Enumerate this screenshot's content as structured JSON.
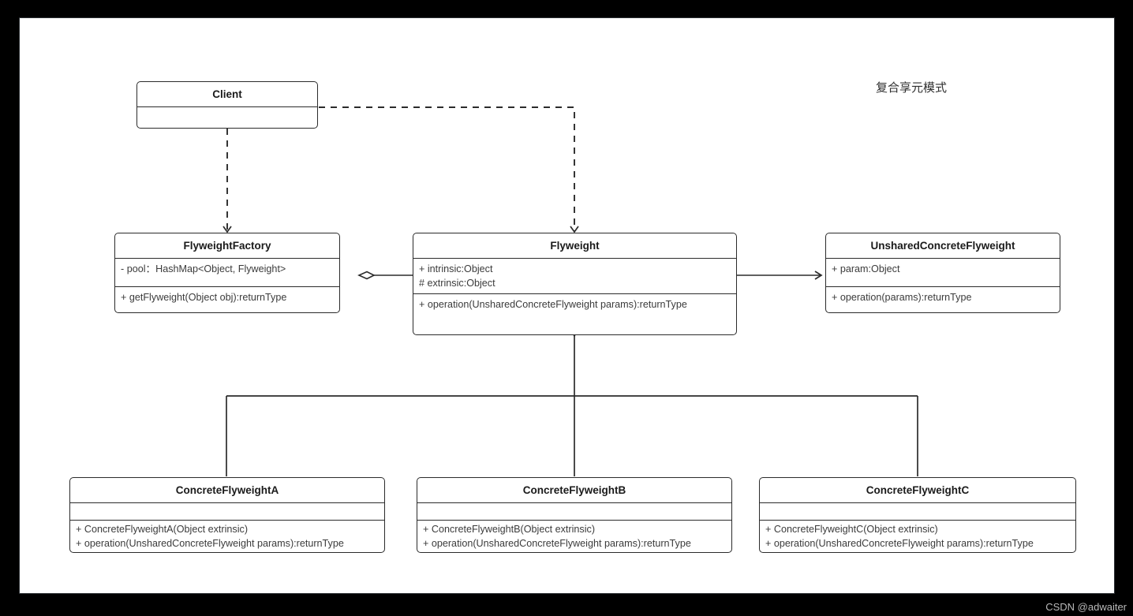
{
  "caption": "复合享元模式",
  "watermark": "CSDN @adwaiter",
  "classes": {
    "client": {
      "name": "Client",
      "attributes": [],
      "methods": []
    },
    "flyweight_factory": {
      "name": "FlyweightFactory",
      "attributes": [
        "- pool：HashMap<Object, Flyweight>"
      ],
      "methods": [
        "+ getFlyweight(Object obj):returnType"
      ]
    },
    "flyweight": {
      "name": "Flyweight",
      "attributes": [
        "+ intrinsic:Object",
        "# extrinsic:Object"
      ],
      "methods": [
        "+ operation(UnsharedConcreteFlyweight params):returnType"
      ]
    },
    "unshared_concrete_flyweight": {
      "name": "UnsharedConcreteFlyweight",
      "attributes": [
        "+ param:Object"
      ],
      "methods": [
        "+ operation(params):returnType"
      ]
    },
    "concrete_flyweight_a": {
      "name": "ConcreteFlyweightA",
      "attributes": [],
      "methods": [
        "+ ConcreteFlyweightA(Object extrinsic)",
        "+ operation(UnsharedConcreteFlyweight params):returnType"
      ]
    },
    "concrete_flyweight_b": {
      "name": "ConcreteFlyweightB",
      "attributes": [],
      "methods": [
        "+ ConcreteFlyweightB(Object extrinsic)",
        "+ operation(UnsharedConcreteFlyweight params):returnType"
      ]
    },
    "concrete_flyweight_c": {
      "name": "ConcreteFlyweightC",
      "attributes": [],
      "methods": [
        "+ ConcreteFlyweightC(Object extrinsic)",
        "+ operation(UnsharedConcreteFlyweight params):returnType"
      ]
    }
  },
  "relations": [
    {
      "id": "client-to-factory",
      "type": "dependency",
      "from": "Client",
      "to": "FlyweightFactory",
      "style": "dashed",
      "arrow": "open-v"
    },
    {
      "id": "client-to-flyweight",
      "type": "dependency",
      "from": "Client",
      "to": "Flyweight",
      "style": "dashed",
      "arrow": "open-v"
    },
    {
      "id": "factory-aggregates-flyweight",
      "type": "aggregation",
      "from": "Flyweight",
      "to": "FlyweightFactory",
      "style": "solid",
      "arrow": "hollow-diamond"
    },
    {
      "id": "flyweight-to-unshared",
      "type": "association",
      "from": "Flyweight",
      "to": "UnsharedConcreteFlyweight",
      "style": "solid",
      "arrow": "open-arrow"
    },
    {
      "id": "concrete-a-inherits",
      "type": "generalization",
      "from": "ConcreteFlyweightA",
      "to": "Flyweight",
      "style": "solid",
      "arrow": "hollow-triangle"
    },
    {
      "id": "concrete-b-inherits",
      "type": "generalization",
      "from": "ConcreteFlyweightB",
      "to": "Flyweight",
      "style": "solid",
      "arrow": "hollow-triangle"
    },
    {
      "id": "concrete-c-inherits",
      "type": "generalization",
      "from": "ConcreteFlyweightC",
      "to": "Flyweight",
      "style": "solid",
      "arrow": "hollow-triangle"
    }
  ],
  "colors": {
    "canvas": "#ffffff",
    "page_background": "#000000",
    "stroke": "#2b2b2b",
    "text": "#3b3b3b",
    "title_text": "#1a1a1a",
    "watermark_text": "#b9b9b9"
  }
}
